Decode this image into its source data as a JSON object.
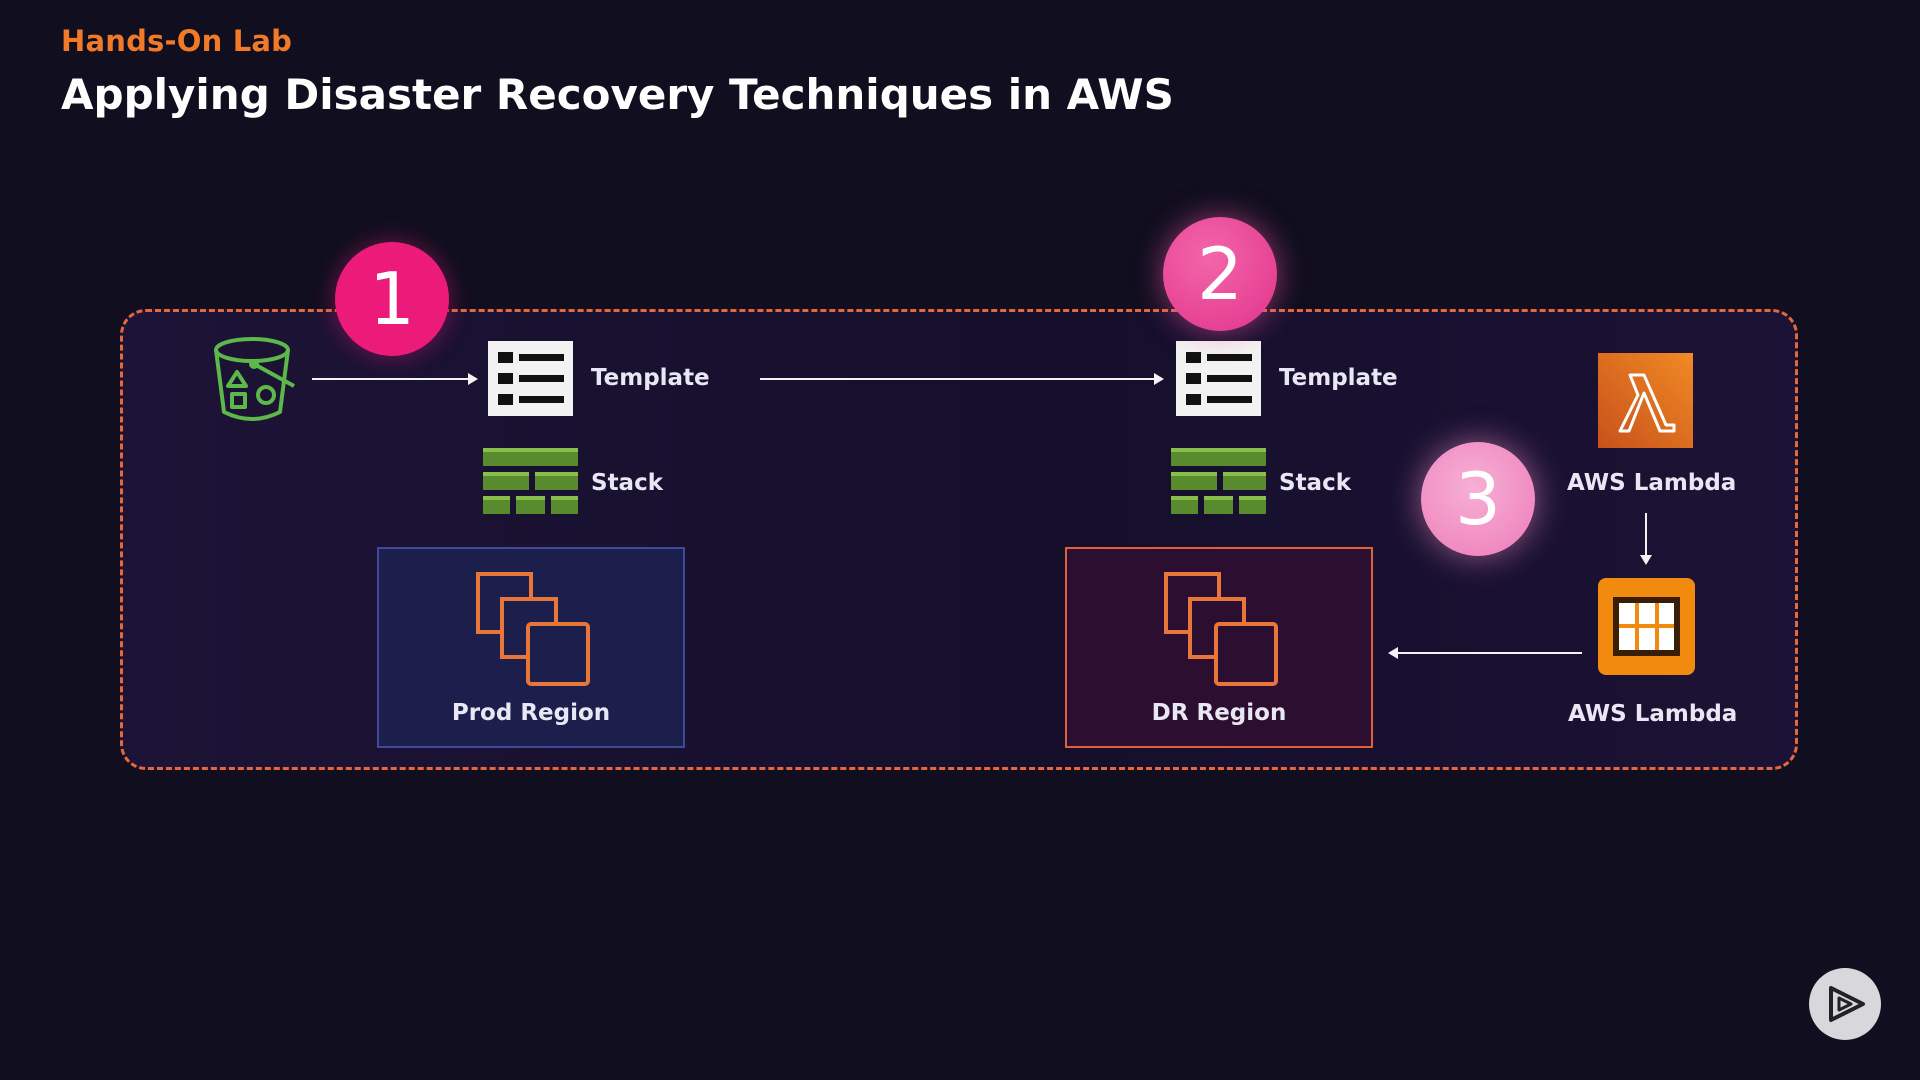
{
  "header": {
    "kicker": "Hands-On Lab",
    "title": "Applying Disaster Recovery Techniques in AWS"
  },
  "diagram": {
    "steps": [
      "1",
      "2",
      "3"
    ],
    "template_label_left": "Template",
    "template_label_right": "Template",
    "stack_label_left": "Stack",
    "stack_label_right": "Stack",
    "prod_region": "Prod Region",
    "dr_region": "DR Region",
    "lambda_top": "AWS Lambda",
    "lambda_bottom": "AWS Lambda"
  },
  "colors": {
    "accent_orange": "#f07a28",
    "badge_pink": "#ec1a78",
    "bucket_green": "#5cb84a",
    "stack_green": "#5a8a2e",
    "lambda_orange": "#e8760f"
  },
  "icons": [
    "s3-bucket-icon",
    "template-icon",
    "stack-icon",
    "ec2-instances-icon",
    "lambda-icon",
    "lambda-grid-icon",
    "play-icon"
  ]
}
